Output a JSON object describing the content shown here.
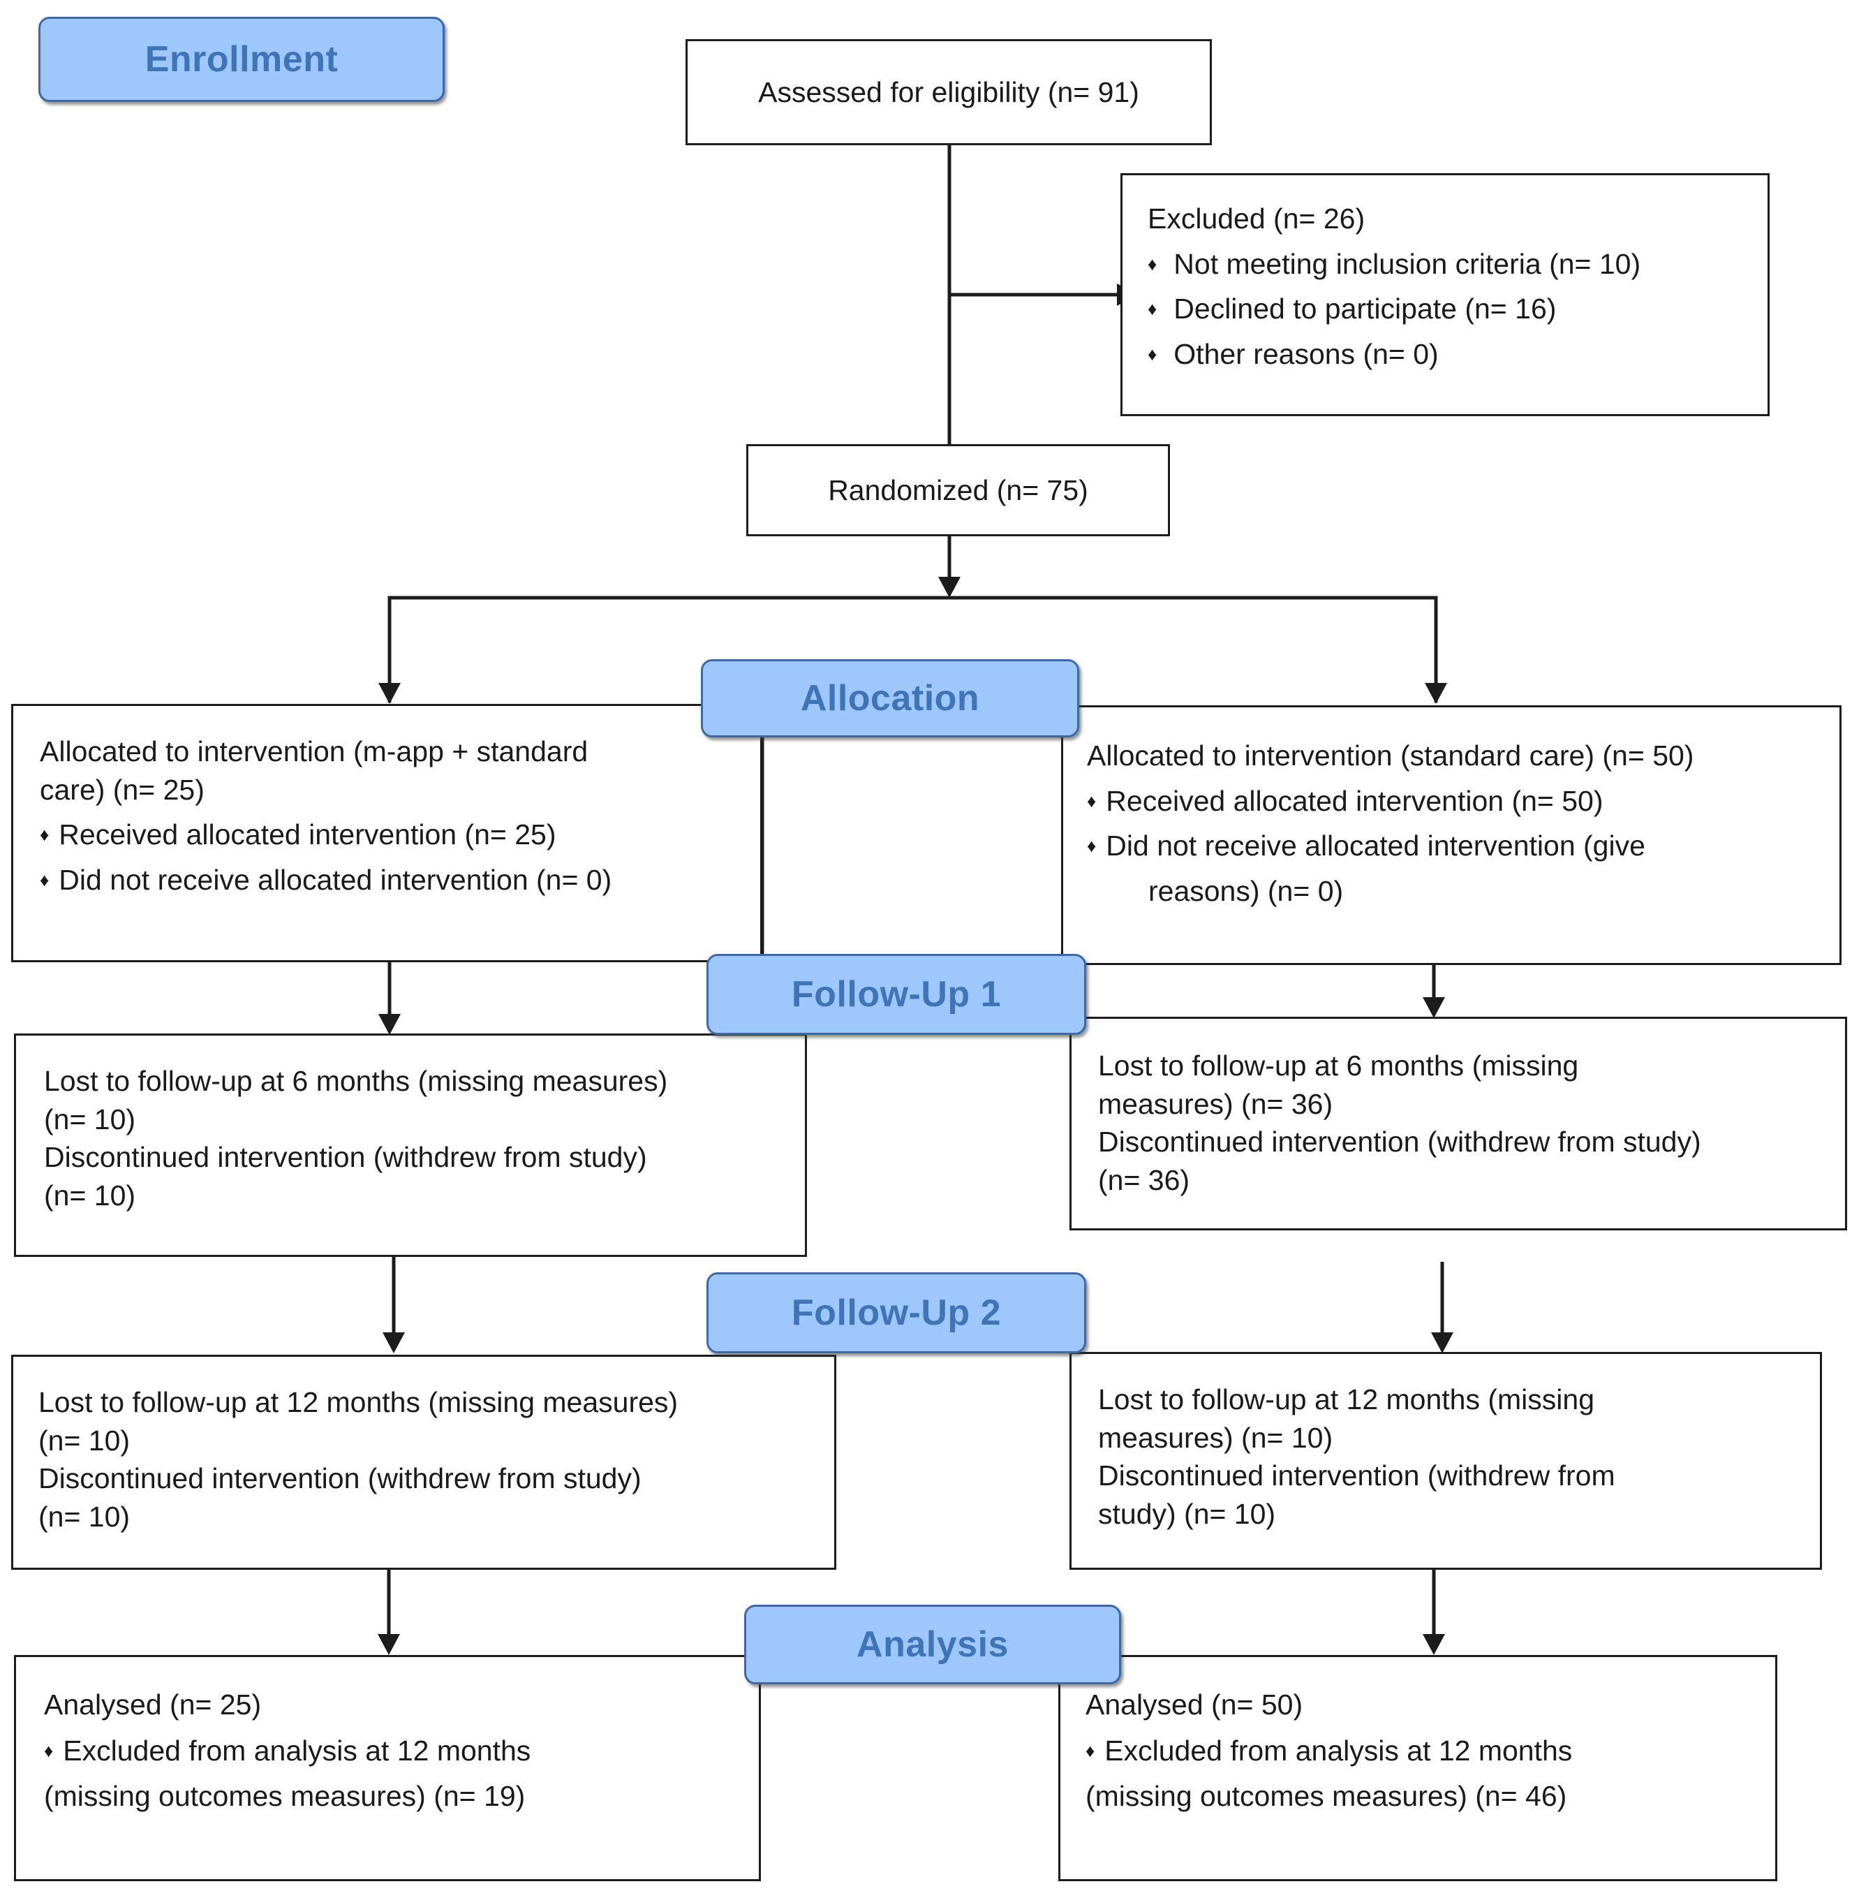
{
  "stages": {
    "enrollment": "Enrollment",
    "allocation": "Allocation",
    "follow_up_1": "Follow-Up 1",
    "follow_up_2": "Follow-Up 2",
    "analysis": "Analysis"
  },
  "enrollment": {
    "assessed": "Assessed for eligibility (n= 91)",
    "excluded": {
      "title": "Excluded  (n= 26)",
      "items": [
        "Not meeting inclusion criteria (n= 10)",
        "Declined to participate (n= 16)",
        "Other reasons (n= 0)"
      ]
    },
    "randomized": "Randomized (n= 75)"
  },
  "allocation": {
    "left": {
      "title_line1": "Allocated to intervention (m-app + standard",
      "title_line2": "care) (n= 25)",
      "items": [
        "Received allocated intervention (n= 25)",
        "Did not receive allocated intervention (n= 0)"
      ]
    },
    "right": {
      "title": "Allocated to intervention (standard care) (n= 50)",
      "items": [
        "Received allocated intervention (n= 50)",
        "Did not receive allocated intervention (give"
      ],
      "continuation": "reasons) (n= 0)"
    }
  },
  "follow_up_1": {
    "left": [
      "Lost to follow-up at 6 months (missing measures)",
      "(n= 10)",
      "Discontinued intervention (withdrew from study)",
      "(n= 10)"
    ],
    "right": [
      "Lost to follow-up at 6 months (missing",
      "measures) (n= 36)",
      "Discontinued intervention (withdrew from study)",
      "(n= 36)"
    ]
  },
  "follow_up_2": {
    "left": [
      "Lost to follow-up at 12 months (missing measures)",
      "(n= 10)",
      "Discontinued intervention (withdrew from study)",
      "(n= 10)"
    ],
    "right": [
      "Lost to follow-up at 12 months (missing",
      "measures) (n= 10)",
      "Discontinued intervention (withdrew from",
      "study) (n= 10)"
    ]
  },
  "analysis": {
    "left": {
      "title": "Analysed  (n= 25)",
      "item": "Excluded from analysis at 12 months",
      "continuation": "(missing outcomes measures) (n= 19)"
    },
    "right": {
      "title": "Analysed  (n= 50)",
      "item": "Excluded from analysis at 12 months",
      "continuation": "(missing outcomes measures) (n= 46)"
    }
  }
}
